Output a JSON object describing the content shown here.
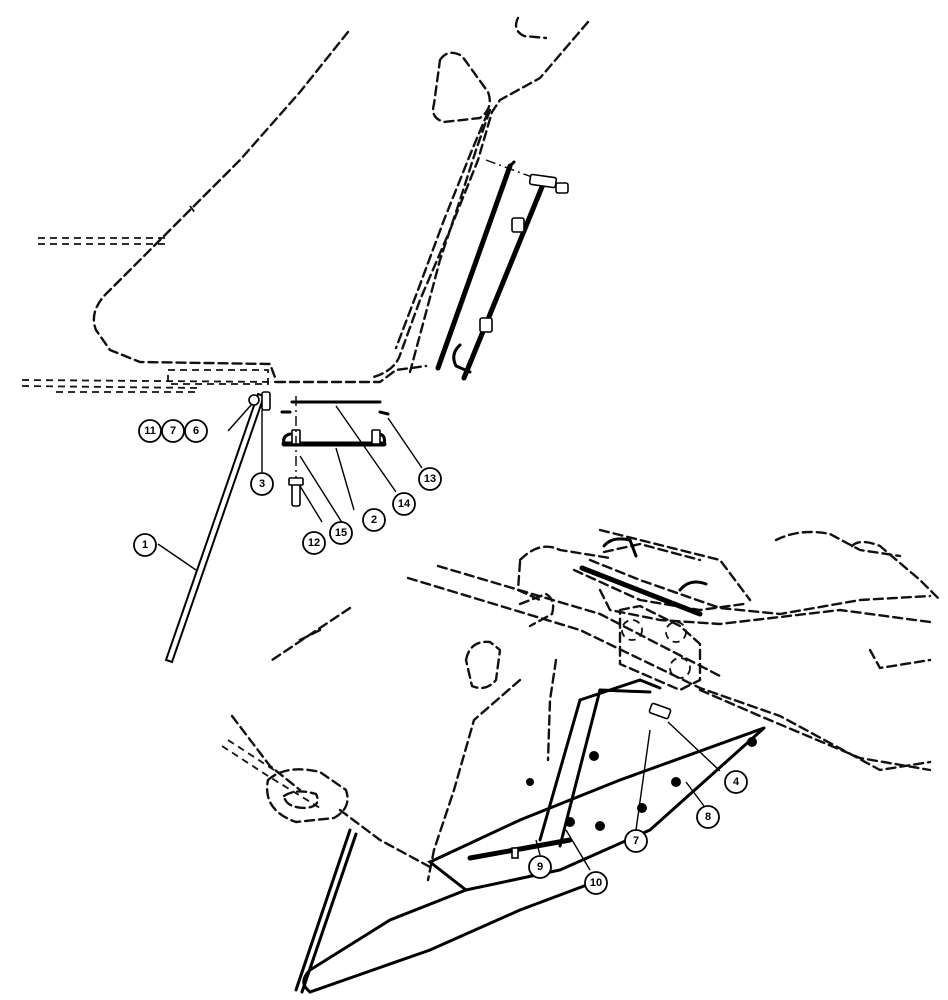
{
  "callouts": [
    {
      "id": "c1",
      "label": "1"
    },
    {
      "id": "c2",
      "label": "2"
    },
    {
      "id": "c3",
      "label": "3"
    },
    {
      "id": "c4",
      "label": "4"
    },
    {
      "id": "c6",
      "label": "6"
    },
    {
      "id": "c7a",
      "label": "7"
    },
    {
      "id": "c7b",
      "label": "7"
    },
    {
      "id": "c8",
      "label": "8"
    },
    {
      "id": "c9",
      "label": "9"
    },
    {
      "id": "c10",
      "label": "10"
    },
    {
      "id": "c11",
      "label": "11"
    },
    {
      "id": "c12",
      "label": "12"
    },
    {
      "id": "c13",
      "label": "13"
    },
    {
      "id": "c14",
      "label": "14"
    },
    {
      "id": "c15",
      "label": "15"
    }
  ]
}
